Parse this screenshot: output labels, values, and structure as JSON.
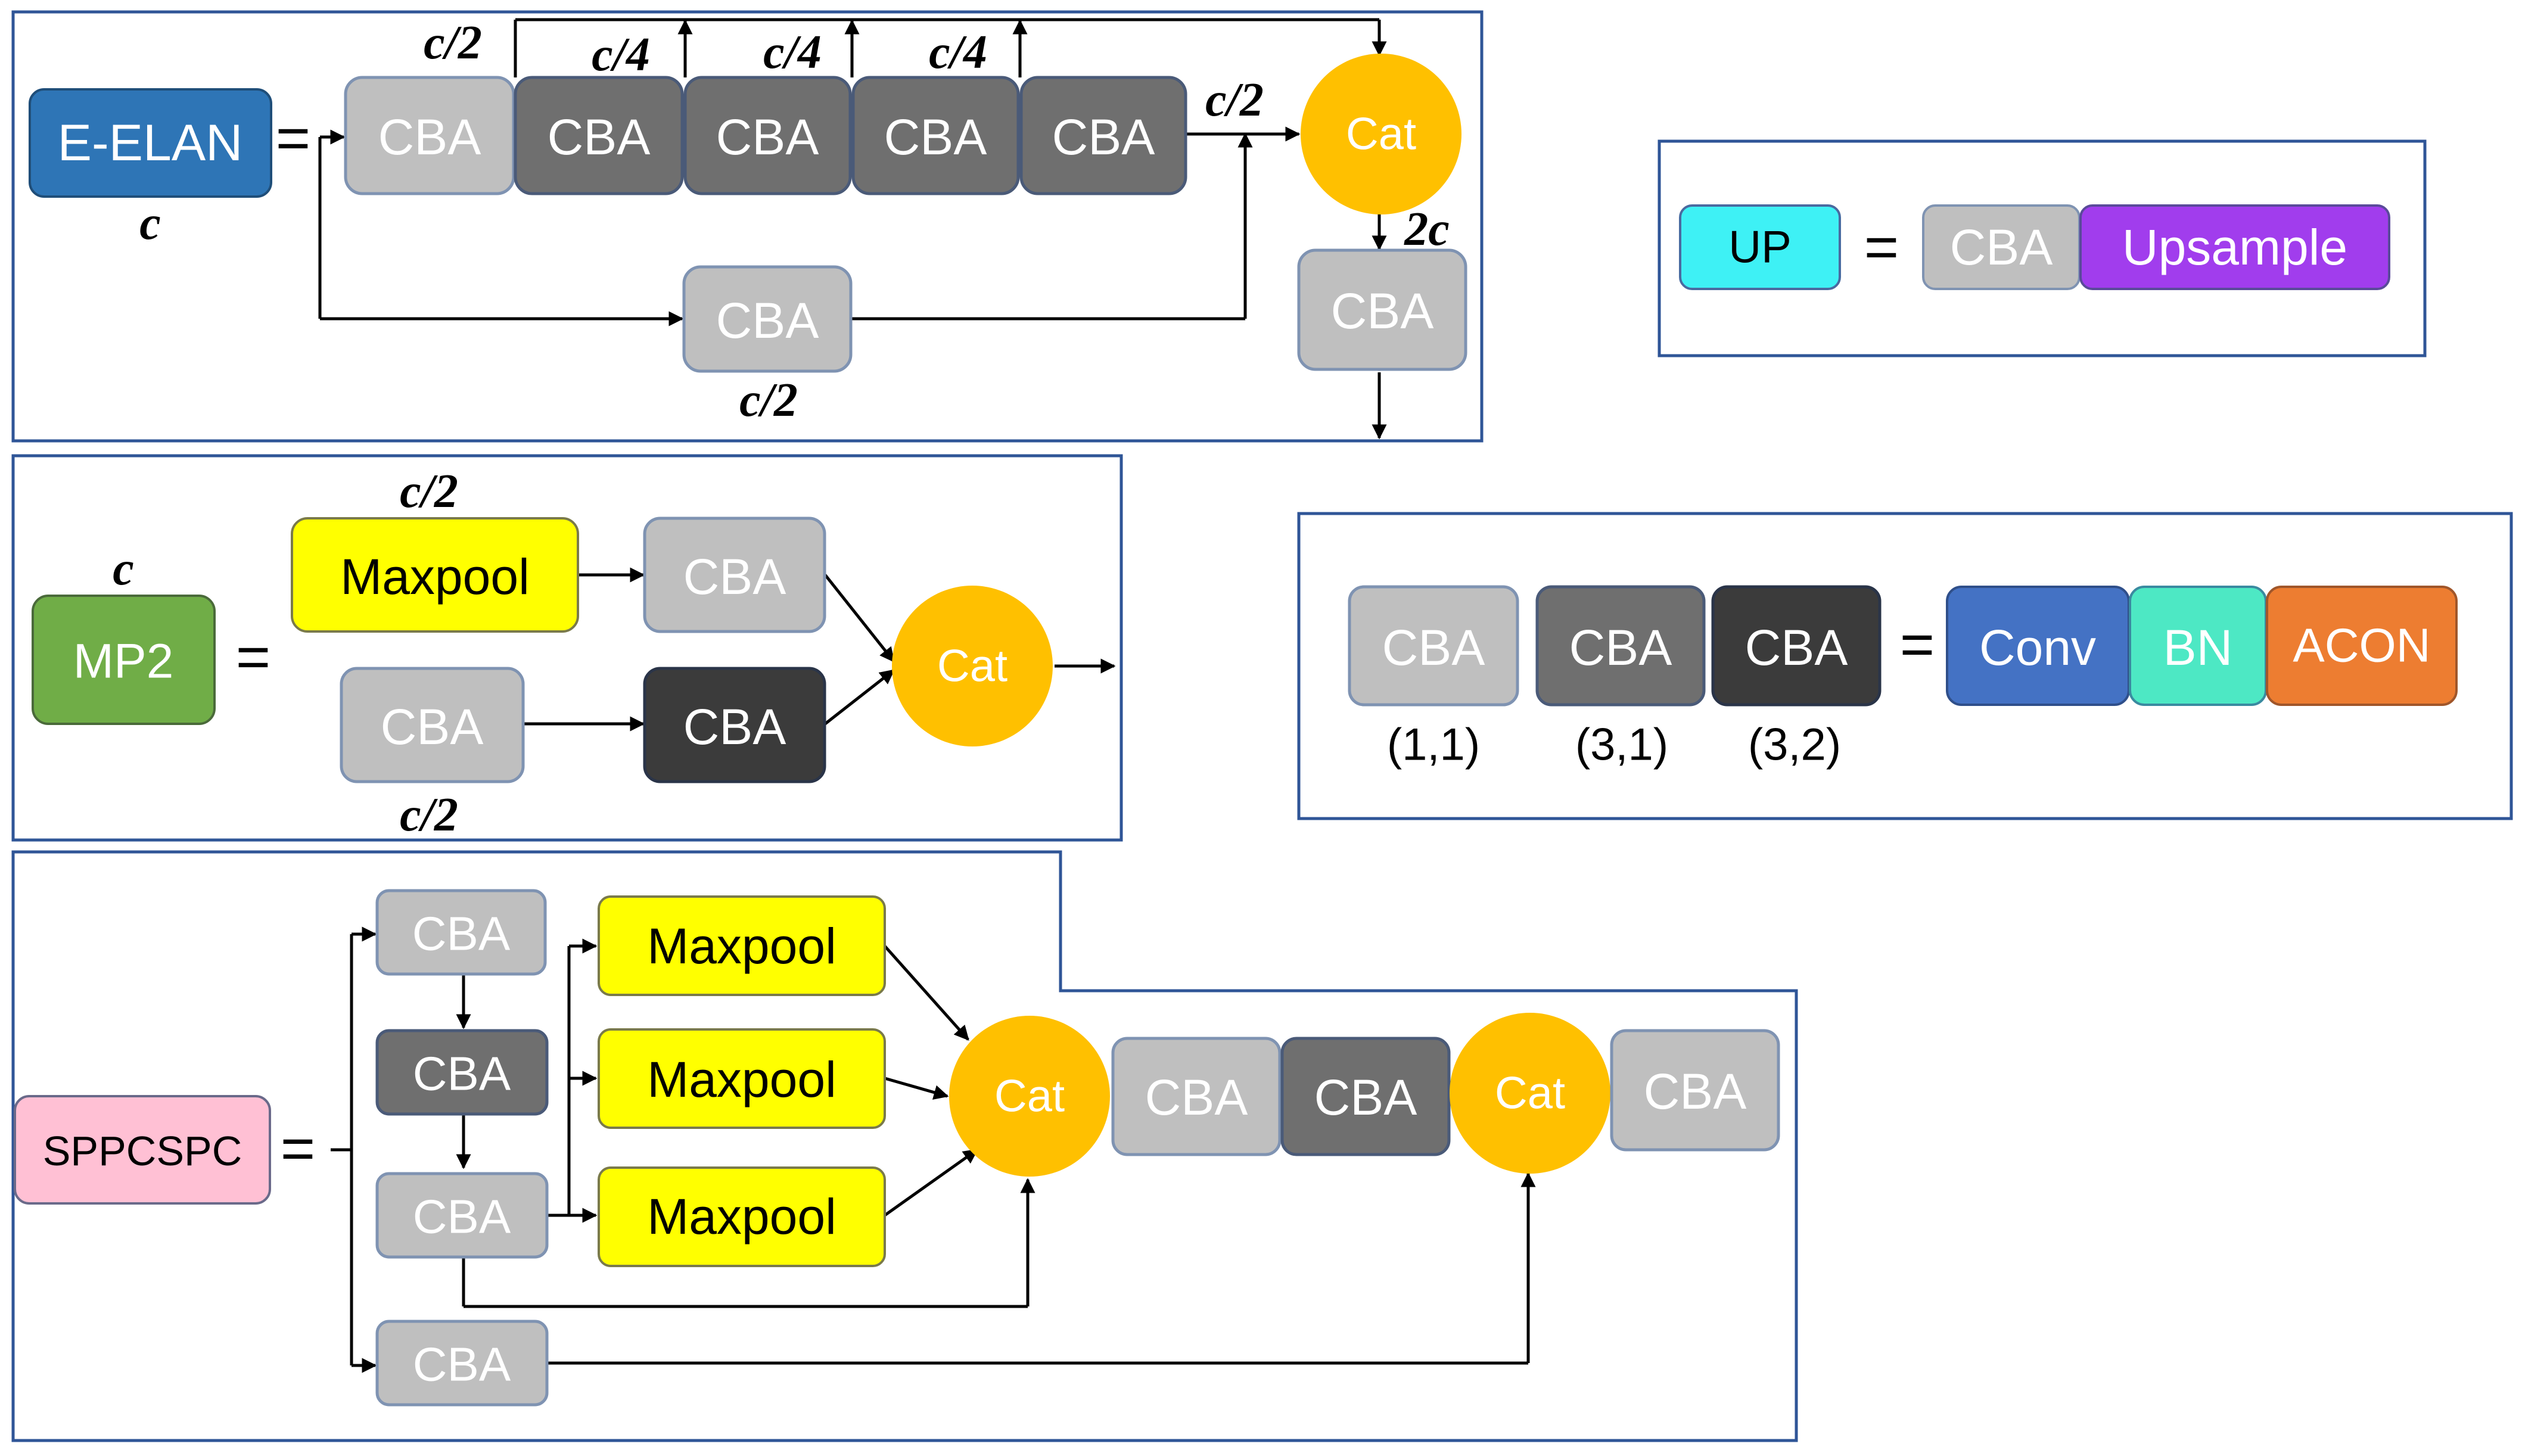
{
  "eelan": {
    "name": "E-ELAN",
    "eq": "=",
    "in_label": "c",
    "cba": [
      "CBA",
      "CBA",
      "CBA",
      "CBA",
      "CBA",
      "CBA",
      "CBA"
    ],
    "cat": "Cat",
    "lbl_c2_top": "c/2",
    "lbl_c4_a": "c/4",
    "lbl_c4_b": "c/4",
    "lbl_c4_c": "c/4",
    "lbl_c2_right": "c/2",
    "lbl_2c": "2c",
    "lbl_c2_bottom": "c/2"
  },
  "up": {
    "name": "UP",
    "eq": "=",
    "cba": "CBA",
    "upsample": "Upsample"
  },
  "mp2": {
    "name": "MP2",
    "eq": "=",
    "in_label": "c",
    "maxpool": "Maxpool",
    "cba": [
      "CBA",
      "CBA",
      "CBA"
    ],
    "cat": "Cat",
    "lbl_c2_top": "c/2",
    "lbl_c2_bottom": "c/2"
  },
  "legend": {
    "cba": [
      "CBA",
      "CBA",
      "CBA"
    ],
    "params": [
      "(1,1)",
      "(3,1)",
      "(3,2)"
    ],
    "eq": "=",
    "conv": "Conv",
    "bn": "BN",
    "acon": "ACON"
  },
  "spp": {
    "name": "SPPCSPC",
    "eq": "=",
    "cba": [
      "CBA",
      "CBA",
      "CBA",
      "CBA",
      "CBA",
      "CBA",
      "CBA"
    ],
    "maxpool": [
      "Maxpool",
      "Maxpool",
      "Maxpool"
    ],
    "cat": [
      "Cat",
      "Cat"
    ]
  },
  "colors": {
    "light_gray": "#bfbfbf",
    "mid_gray": "#6f6f6f",
    "dark_gray": "#3b3b3b",
    "blue": "#2e75b6",
    "cyan": "#3ef1f5",
    "purple": "#a13ded",
    "green": "#70ad47",
    "yellow": "#ffff00",
    "orange_cat": "#ffc000",
    "conv_blue": "#4472c4",
    "bn_teal": "#4de8c4",
    "acon_orange": "#ed7d31",
    "pink": "#ffc0d4",
    "frame": "#2f5597"
  },
  "icons": [
    "arrow-icon"
  ]
}
